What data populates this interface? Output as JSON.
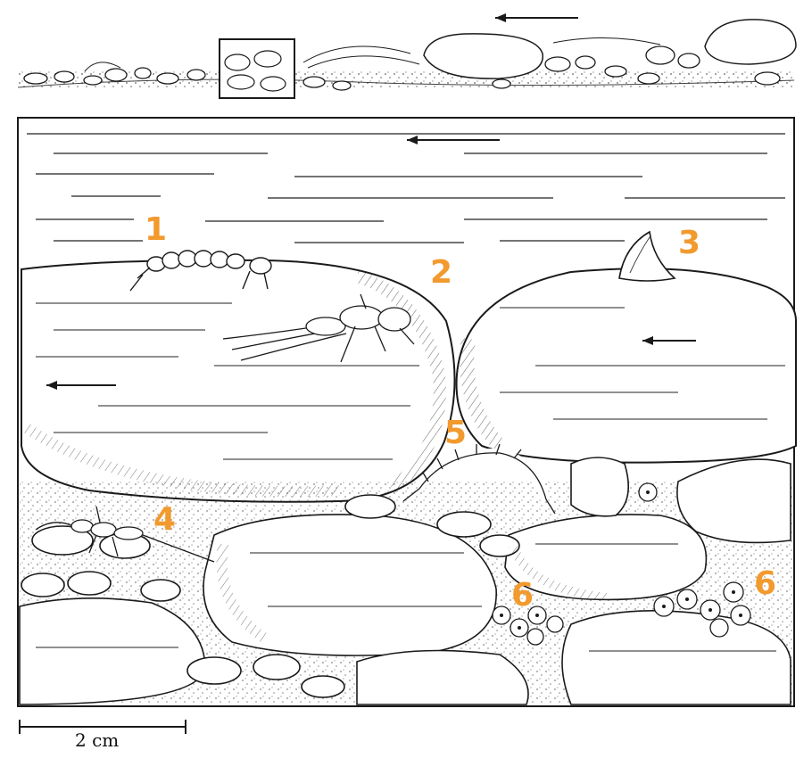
{
  "labels": [
    {
      "id": "1",
      "text": "1"
    },
    {
      "id": "2",
      "text": "2"
    },
    {
      "id": "3",
      "text": "3"
    },
    {
      "id": "4",
      "text": "4"
    },
    {
      "id": "5",
      "text": "5"
    },
    {
      "id": "6a",
      "text": "6"
    },
    {
      "id": "6b",
      "text": "6"
    }
  ],
  "scale_bar": {
    "label": "2 cm"
  },
  "colors": {
    "label": "#f29a2e",
    "ink": "#1a1a1a",
    "paper": "#ffffff"
  },
  "icons": {
    "flow": "left-arrow-icon",
    "organism_1": "caseless-larva-icon",
    "organism_2": "mayfly-nymph-icon",
    "organism_3": "limpet-snail-icon",
    "organism_4": "stonefly-nymph-icon",
    "organism_5": "amphipod-icon",
    "organism_6": "egg-cluster-icon"
  }
}
